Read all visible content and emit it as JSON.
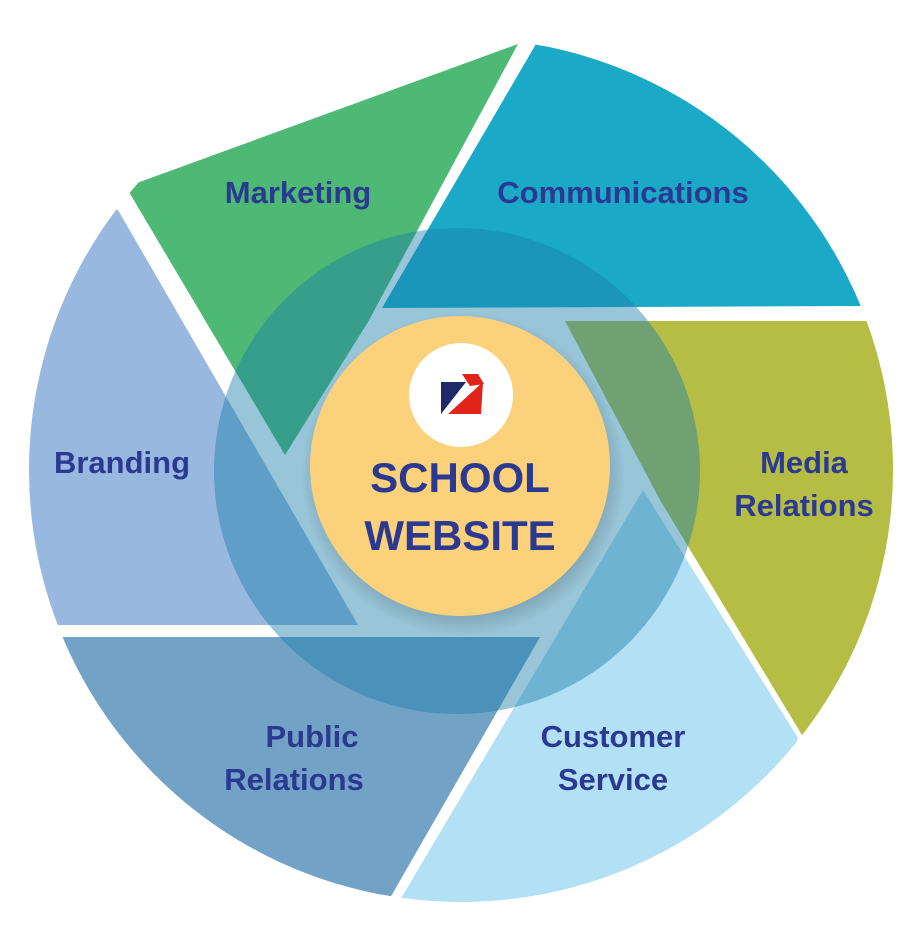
{
  "center": {
    "line1": "SCHOOL",
    "line2": "WEBSITE"
  },
  "segments": [
    {
      "id": "marketing",
      "lines": [
        "Marketing"
      ],
      "color": "#4db974"
    },
    {
      "id": "communications",
      "lines": [
        "Communications"
      ],
      "color": "#1aaac8"
    },
    {
      "id": "media",
      "lines": [
        "Media",
        "Relations"
      ],
      "color": "#b5bd45"
    },
    {
      "id": "customer",
      "lines": [
        "Customer",
        "Service"
      ],
      "color": "#b2e0f5"
    },
    {
      "id": "public",
      "lines": [
        "Public",
        "Relations"
      ],
      "color": "#72a2c6"
    },
    {
      "id": "branding",
      "lines": [
        "Branding"
      ],
      "color": "#98b8df"
    }
  ],
  "colors": {
    "text": "#2b3990",
    "center_fill": "#fbd27b",
    "inner_ring": "#1a7fa8",
    "logo_red": "#e2231a",
    "logo_navy": "#1f2a6b"
  }
}
